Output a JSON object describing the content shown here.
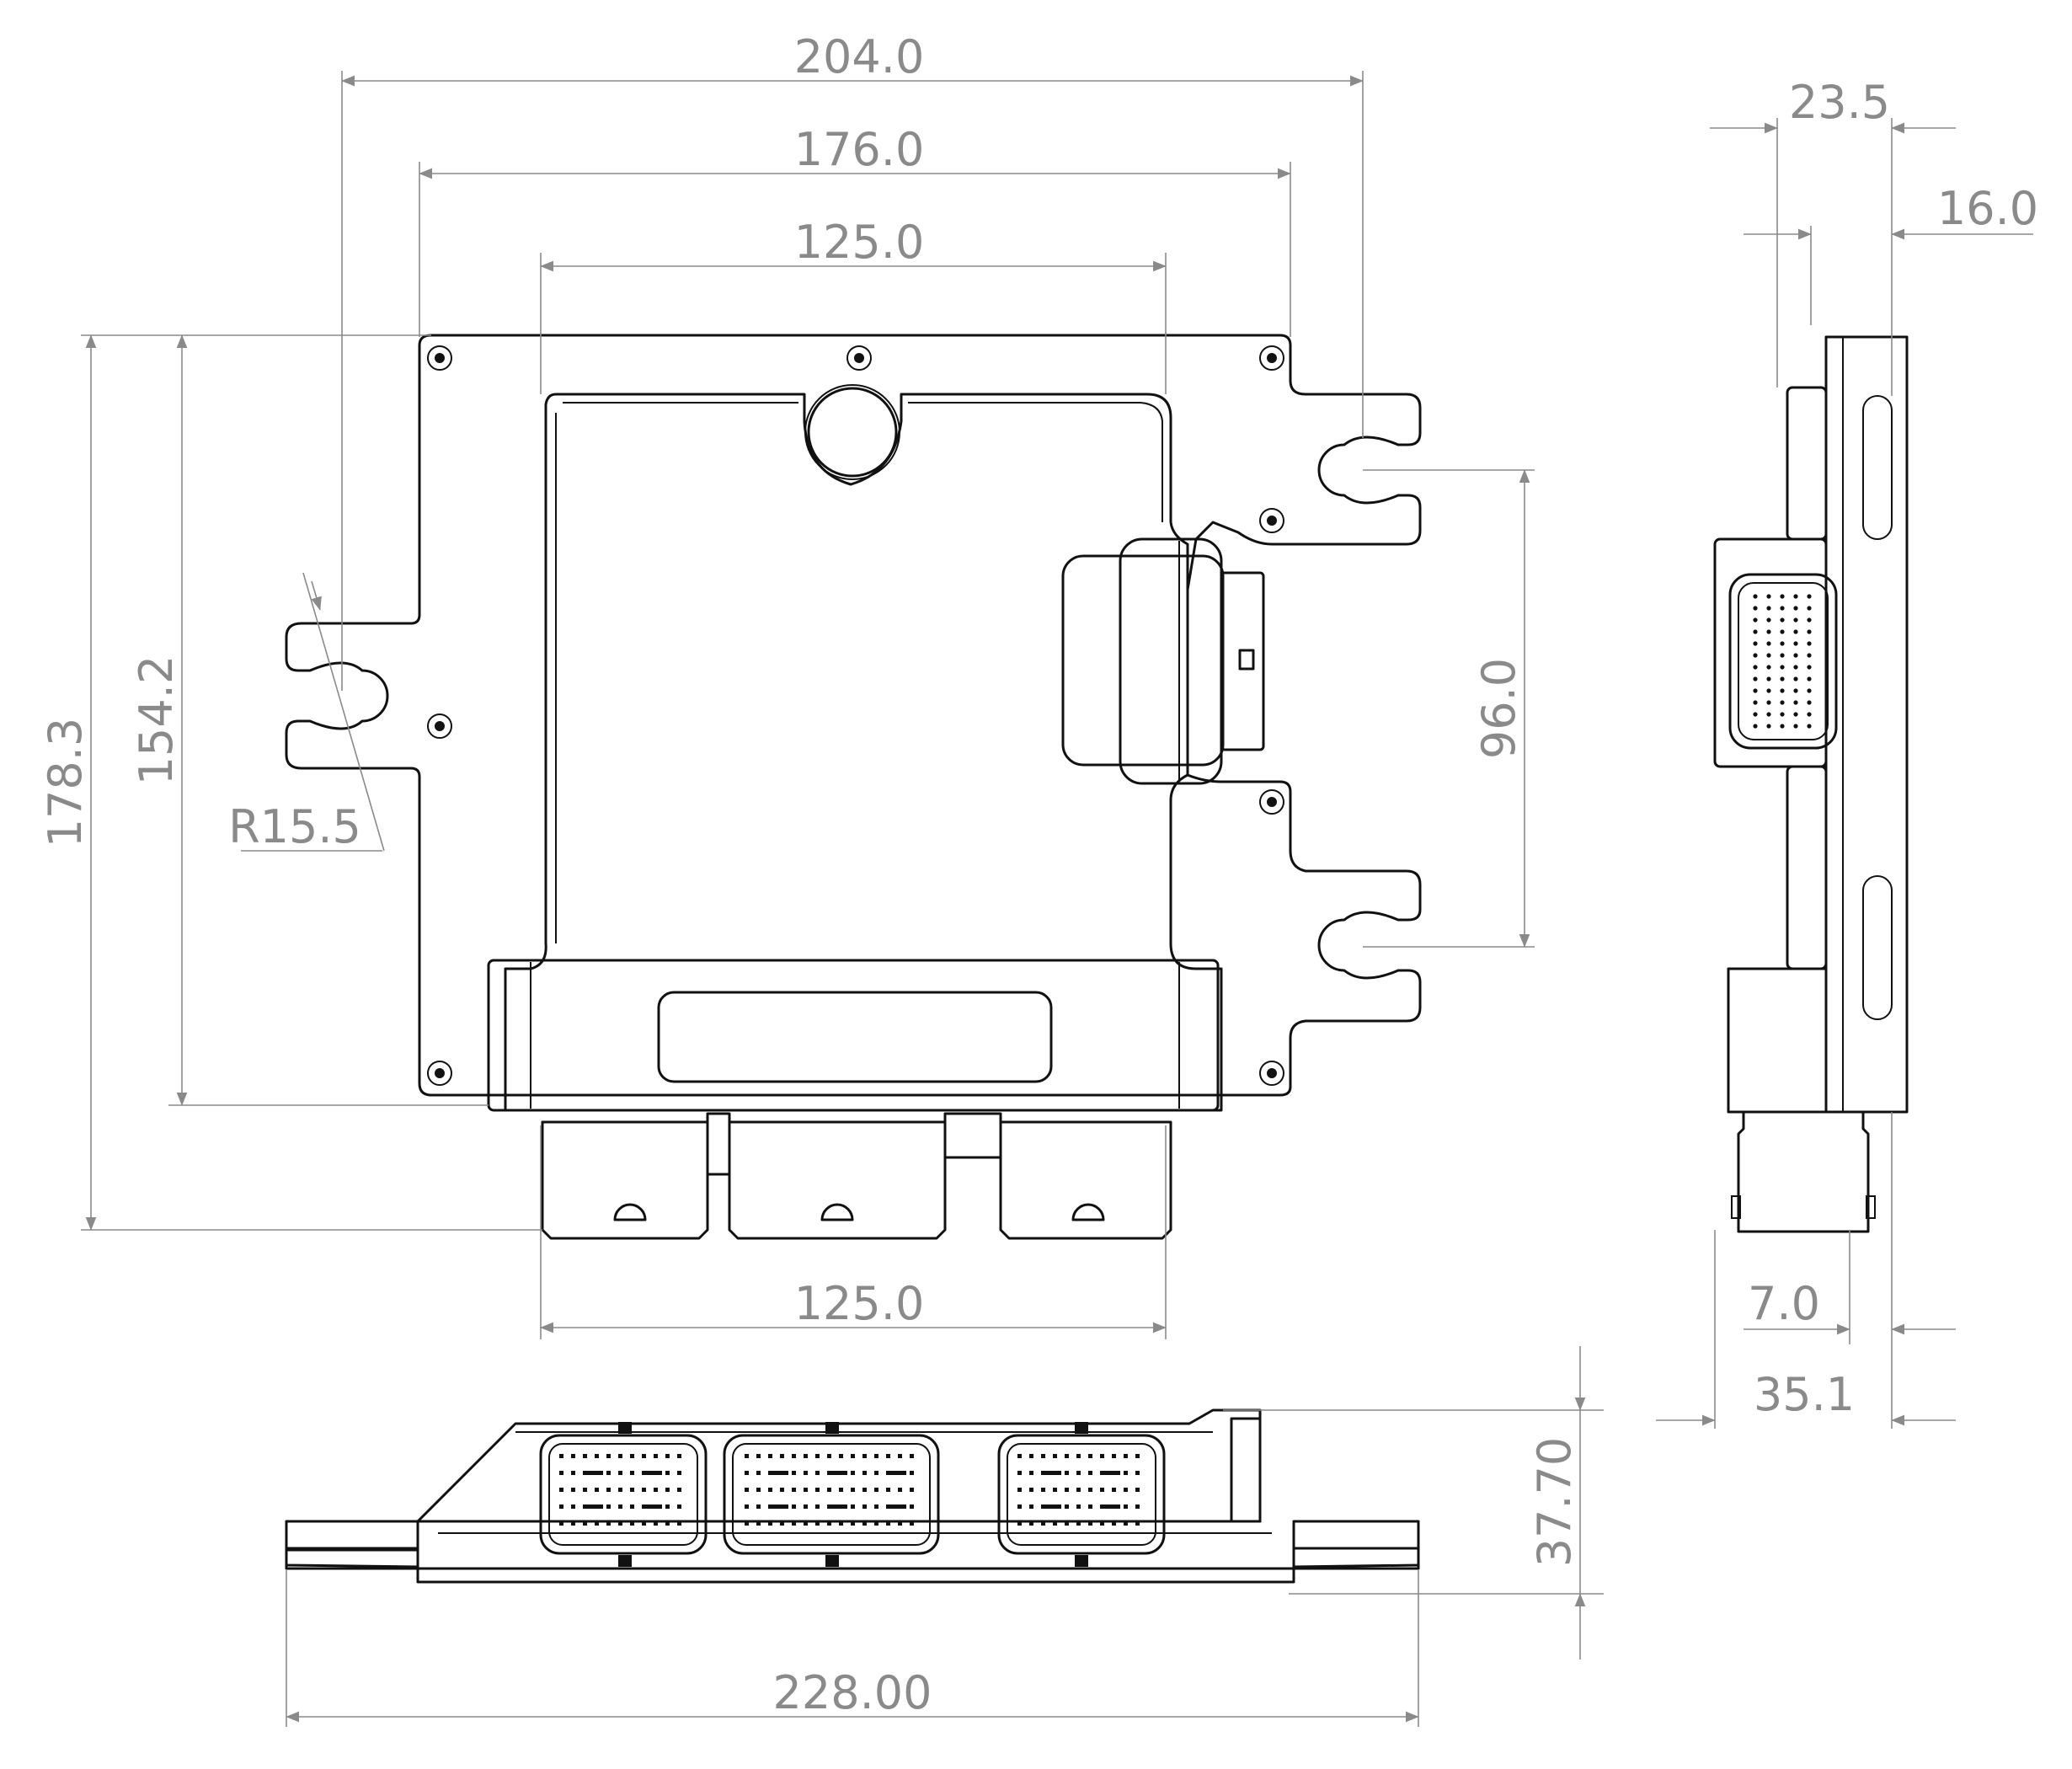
{
  "dimensions": {
    "top_overall_width": "204.0",
    "top_flange_width": "176.0",
    "top_housing_width": "125.0",
    "bottom_connector_width": "125.0",
    "overall_height": "178.3",
    "flange_height": "154.2",
    "slot_pitch": "96.0",
    "slot_radius": "R15.5",
    "side_depth_total": "23.5",
    "side_depth_body": "16.0",
    "side_offset": "7.0",
    "side_overall_depth": "35.1",
    "front_height": "37.70",
    "front_overall_width": "228.00"
  },
  "colors": {
    "part_line": "#111111",
    "dimension_line": "#8a8a8a",
    "background": "#ffffff"
  }
}
